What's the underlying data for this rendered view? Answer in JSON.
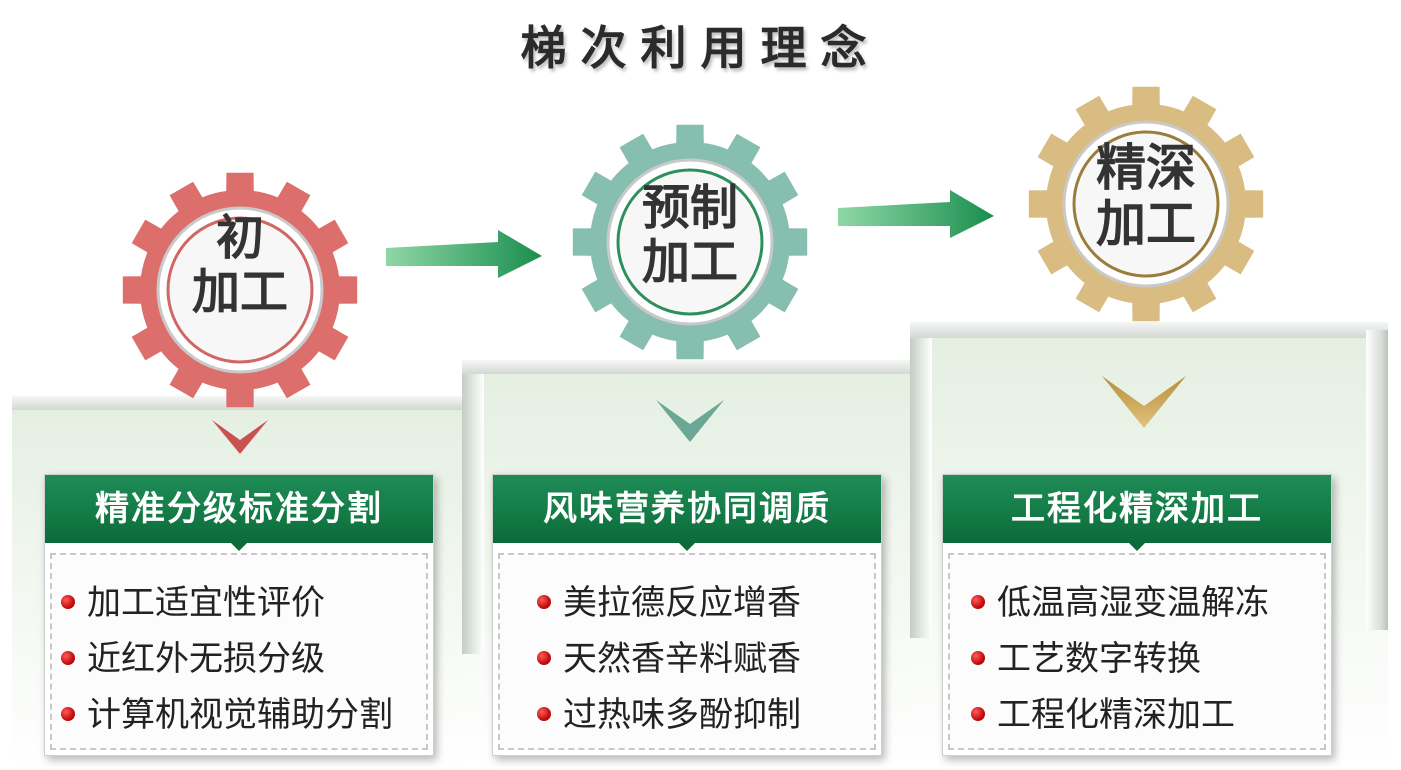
{
  "title": "梯次利用理念",
  "stages": [
    {
      "gear_line1": "初",
      "gear_line2": "加工",
      "gear_color": "#dc6e6c",
      "banner": "精准分级标准分割",
      "items": [
        "加工适宜性评价",
        "近红外无损分级",
        "计算机视觉辅助分割"
      ]
    },
    {
      "gear_line1": "预制",
      "gear_line2": "加工",
      "gear_color": "#86bfaf",
      "banner": "风味营养协同调质",
      "items": [
        "美拉德反应增香",
        "天然香辛料赋香",
        "过热味多酚抑制"
      ]
    },
    {
      "gear_line1": "精深",
      "gear_line2": "加工",
      "gear_color": "#d9bc82",
      "banner": "工程化精深加工",
      "items": [
        "低温高湿变温解冻",
        "工艺数字转换",
        "工程化精深加工"
      ]
    }
  ],
  "colors": {
    "banner_green": "#137a45",
    "arrow_green": "#1f9a58",
    "bullet_red": "#c20d0d"
  },
  "icons": [
    "gear-icon",
    "arrow-right-icon",
    "chevron-down-icon",
    "bullet-icon"
  ]
}
